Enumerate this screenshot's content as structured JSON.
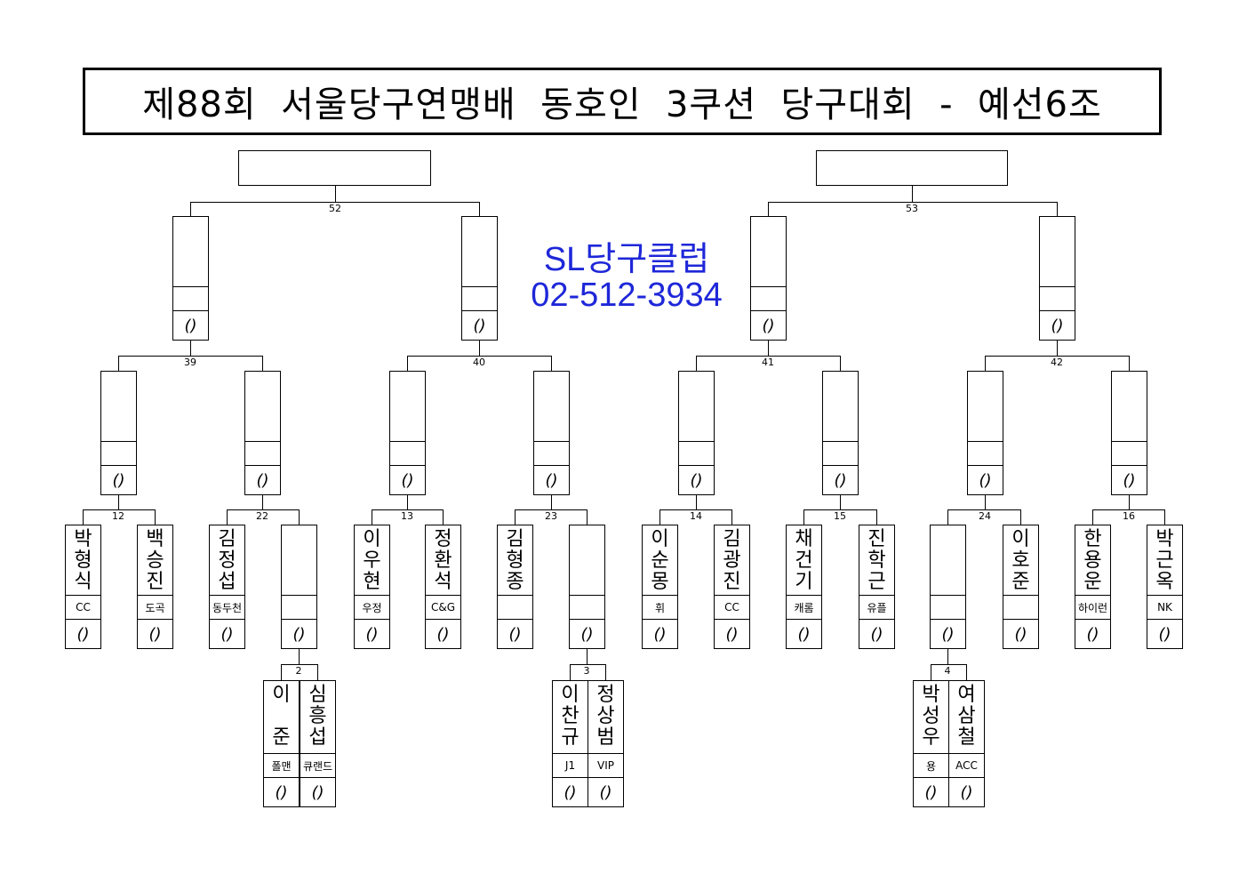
{
  "title": "제88회  서울당구연맹배  동호인  3쿠션  당구대회  -  예선6조",
  "club": {
    "name": "SL당구클럽",
    "phone": "02-512-3934"
  },
  "score_mark": "()",
  "match_numbers": {
    "m52": "52",
    "m53": "53",
    "m39": "39",
    "m40": "40",
    "m41": "41",
    "m42": "42",
    "m12": "12",
    "m22": "22",
    "m13": "13",
    "m23": "23",
    "m14": "14",
    "m15": "15",
    "m24": "24",
    "m16": "16",
    "m2": "2",
    "m3": "3",
    "m4": "4"
  },
  "players": [
    {
      "name": "박형식",
      "club": "CC"
    },
    {
      "name": "백승진",
      "club": "도곡"
    },
    {
      "name": "김정섭",
      "club": "동두천"
    },
    {
      "name": "",
      "club": ""
    },
    {
      "name": "이우현",
      "club": "우정"
    },
    {
      "name": "정환석",
      "club": "C&G"
    },
    {
      "name": "김형종",
      "club": ""
    },
    {
      "name": "",
      "club": ""
    },
    {
      "name": "이순몽",
      "club": "휘"
    },
    {
      "name": "김광진",
      "club": "CC"
    },
    {
      "name": "채건기",
      "club": "캐롬"
    },
    {
      "name": "진학근",
      "club": "유플"
    },
    {
      "name": "",
      "club": ""
    },
    {
      "name": "이호준",
      "club": ""
    },
    {
      "name": "한용운",
      "club": "하이런"
    },
    {
      "name": "박근옥",
      "club": "NK"
    },
    {
      "name": "이 준",
      "club": "폴맨"
    },
    {
      "name": "심흥섭",
      "club": "큐랜드"
    },
    {
      "name": "이찬규",
      "club": "J1"
    },
    {
      "name": "정상범",
      "club": "VIP"
    },
    {
      "name": "박성우",
      "club": "용"
    },
    {
      "name": "여삼철",
      "club": "ACC"
    }
  ],
  "colors": {
    "club_text": "#1e27d8",
    "line": "#000000"
  }
}
